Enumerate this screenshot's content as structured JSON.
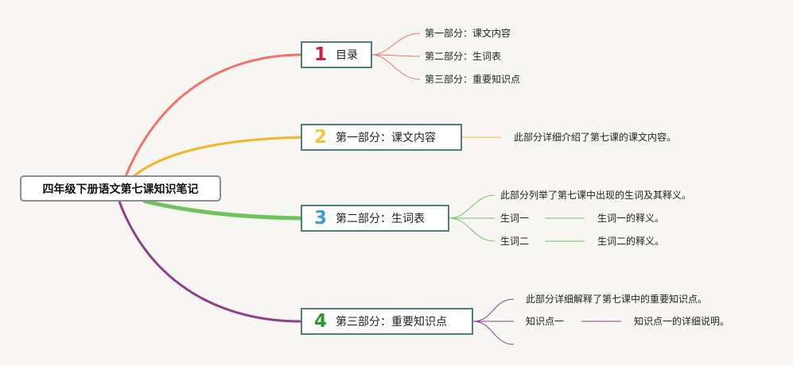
{
  "root": {
    "title": "四年级下册语文第七课知识笔记"
  },
  "colors": {
    "branch1": "#ef7468",
    "branch2": "#f3b429",
    "branch3": "#6ec45c",
    "branch4": "#8e3e8c",
    "num1": "#d61f36",
    "num2": "#f4c537",
    "num3": "#3a9bd5",
    "num4": "#2a9a2c"
  },
  "topics": [
    {
      "number": "1",
      "label": "目录",
      "children": [
        "第一部分：课文内容",
        "第二部分：生词表",
        "第三部分：重要知识点"
      ]
    },
    {
      "number": "2",
      "label": "第一部分：课文内容",
      "children": [
        "此部分详细介绍了第七课的课文内容。"
      ]
    },
    {
      "number": "3",
      "label": "第二部分：生词表",
      "children": [
        {
          "text": "此部分列举了第七课中出现的生词及其释义。"
        },
        {
          "text": "生词一",
          "child": "生词一的释义。"
        },
        {
          "text": "生词二",
          "child": "生词二的释义。"
        }
      ]
    },
    {
      "number": "4",
      "label": "第三部分：重要知识点",
      "children": [
        {
          "text": "此部分详细解释了第七课中的重要知识点。"
        },
        {
          "text": "知识点一",
          "child": "知识点一的详细说明。"
        }
      ]
    }
  ]
}
